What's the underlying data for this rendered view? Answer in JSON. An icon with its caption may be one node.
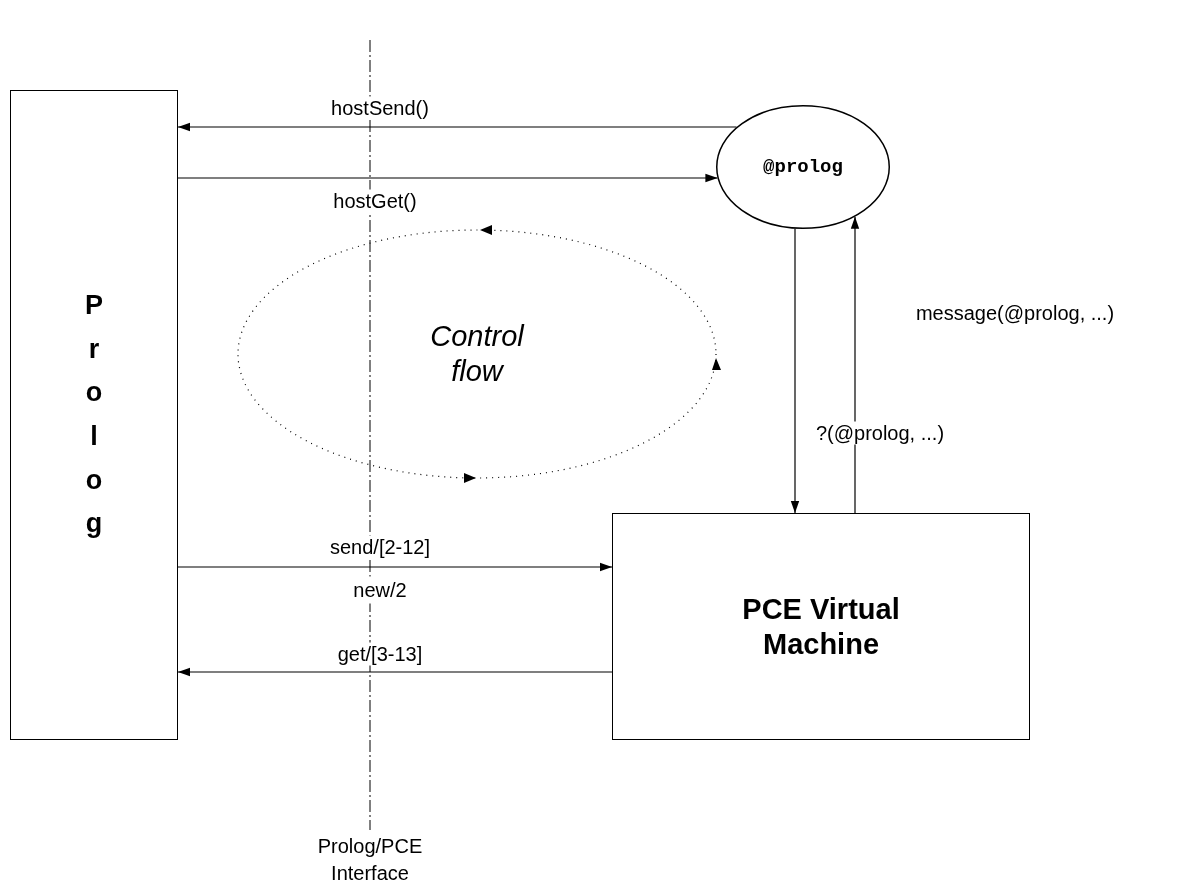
{
  "diagram": {
    "nodes": [
      {
        "text": [
          "Prolog"
        ]
      },
      {
        "text": [
          "@prolog"
        ]
      },
      {
        "text": [
          "PCE Virtual Machine"
        ]
      },
      {
        "text": [
          "Control flow"
        ]
      }
    ],
    "edges": [
      {
        "from": 1,
        "to": 0,
        "arrow": "to",
        "label": "hostSend()"
      },
      {
        "from": 0,
        "to": 1,
        "arrow": "to",
        "label": "hostGet()"
      },
      {
        "from": 1,
        "to": 2,
        "arrow": "to",
        "label": "?(@prolog, ...)"
      },
      {
        "from": 2,
        "to": 1,
        "arrow": "to",
        "label": "message(@prolog, ...)"
      },
      {
        "from": 0,
        "to": 2,
        "arrow": "to",
        "label": "send/[2-12]"
      },
      {
        "from": 2,
        "to": 0,
        "arrow": "to",
        "label": "get/[3-13]"
      }
    ],
    "labels": [
      "new/2",
      "Prolog/PCE Interface"
    ]
  }
}
